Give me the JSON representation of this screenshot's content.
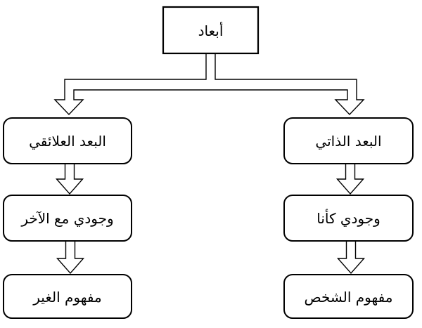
{
  "diagram": {
    "type": "flowchart",
    "direction": "top-down",
    "language": "ar",
    "background_color": "#ffffff",
    "stroke_color": "#000000",
    "node_fill_color": "#ffffff",
    "text_color": "#000000",
    "nodes": {
      "root": "أبعاد",
      "right_dimension": "البعد الذاتي",
      "right_existence": "وجودي كأنا",
      "right_concept": "مفهوم الشخص",
      "left_dimension": "البعد العلائقي",
      "left_existence": "وجودي مع الآخر",
      "left_concept": "مفهوم الغير"
    },
    "edges": [
      {
        "from": "root",
        "to": "right_dimension"
      },
      {
        "from": "root",
        "to": "left_dimension"
      },
      {
        "from": "right_dimension",
        "to": "right_existence"
      },
      {
        "from": "right_existence",
        "to": "right_concept"
      },
      {
        "from": "left_dimension",
        "to": "left_existence"
      },
      {
        "from": "left_existence",
        "to": "left_concept"
      }
    ]
  }
}
